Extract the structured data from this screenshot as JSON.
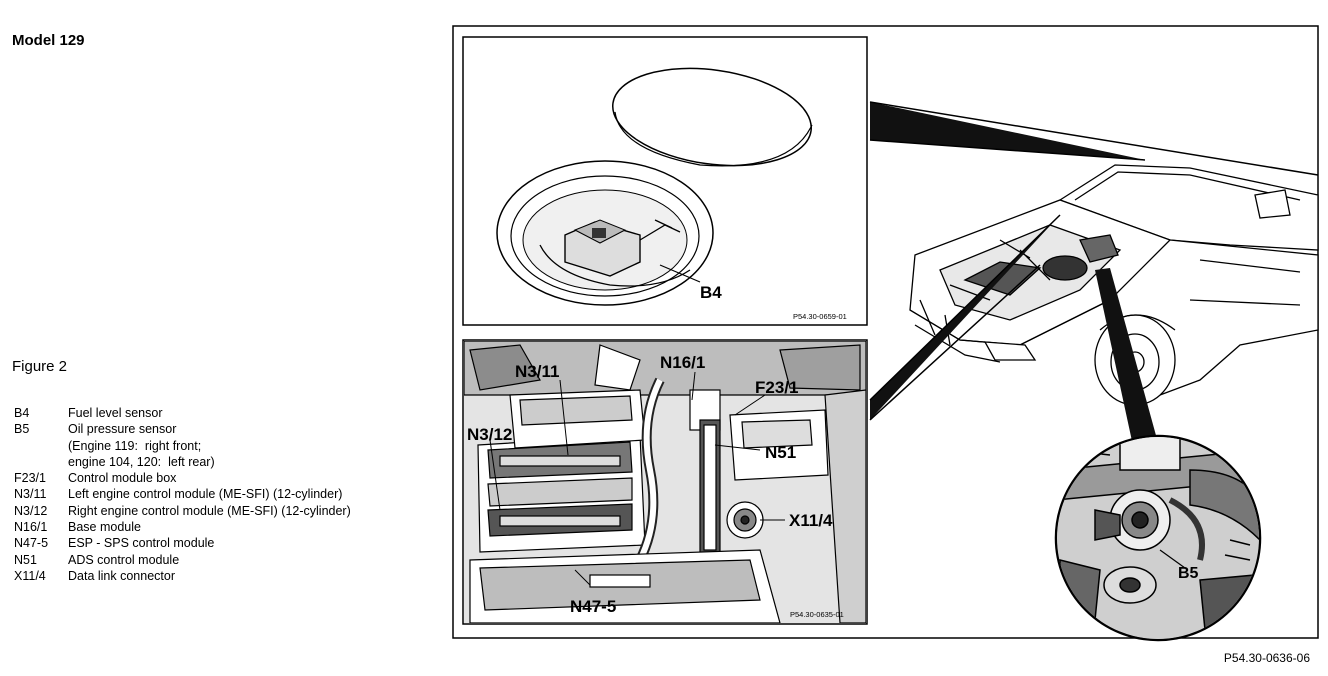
{
  "header": {
    "model": "Model 129"
  },
  "figure": {
    "label": "Figure 2",
    "code": "P54.30-0636-06"
  },
  "legend": [
    {
      "code": "B4",
      "text": "Fuel level sensor"
    },
    {
      "code": "B5",
      "text": "Oil pressure sensor"
    },
    {
      "code": "",
      "text": "(Engine 119:  right front;"
    },
    {
      "code": "",
      "text": "engine 104, 120:  left rear)"
    },
    {
      "code": "F23/1",
      "text": "Control module box"
    },
    {
      "code": "N3/11",
      "text": "Left engine control module (ME-SFI) (12-cylinder)"
    },
    {
      "code": "N3/12",
      "text": "Right engine control module (ME-SFI) (12-cylinder)"
    },
    {
      "code": "N16/1",
      "text": "Base module"
    },
    {
      "code": "N47-5",
      "text": "ESP - SPS control module"
    },
    {
      "code": "N51",
      "text": "ADS control module"
    },
    {
      "code": "X11/4",
      "text": "Data link connector"
    }
  ],
  "callouts": {
    "b4": "B4",
    "n3_11": "N3/11",
    "n16_1": "N16/1",
    "f23_1": "F23/1",
    "n3_12": "N3/12",
    "n51": "N51",
    "x11_4": "X11/4",
    "n47_5": "N47-5",
    "b5": "B5"
  },
  "panel_codes": {
    "top": "P54.30-0659-01",
    "bottom": "P54.30-0635-01"
  }
}
